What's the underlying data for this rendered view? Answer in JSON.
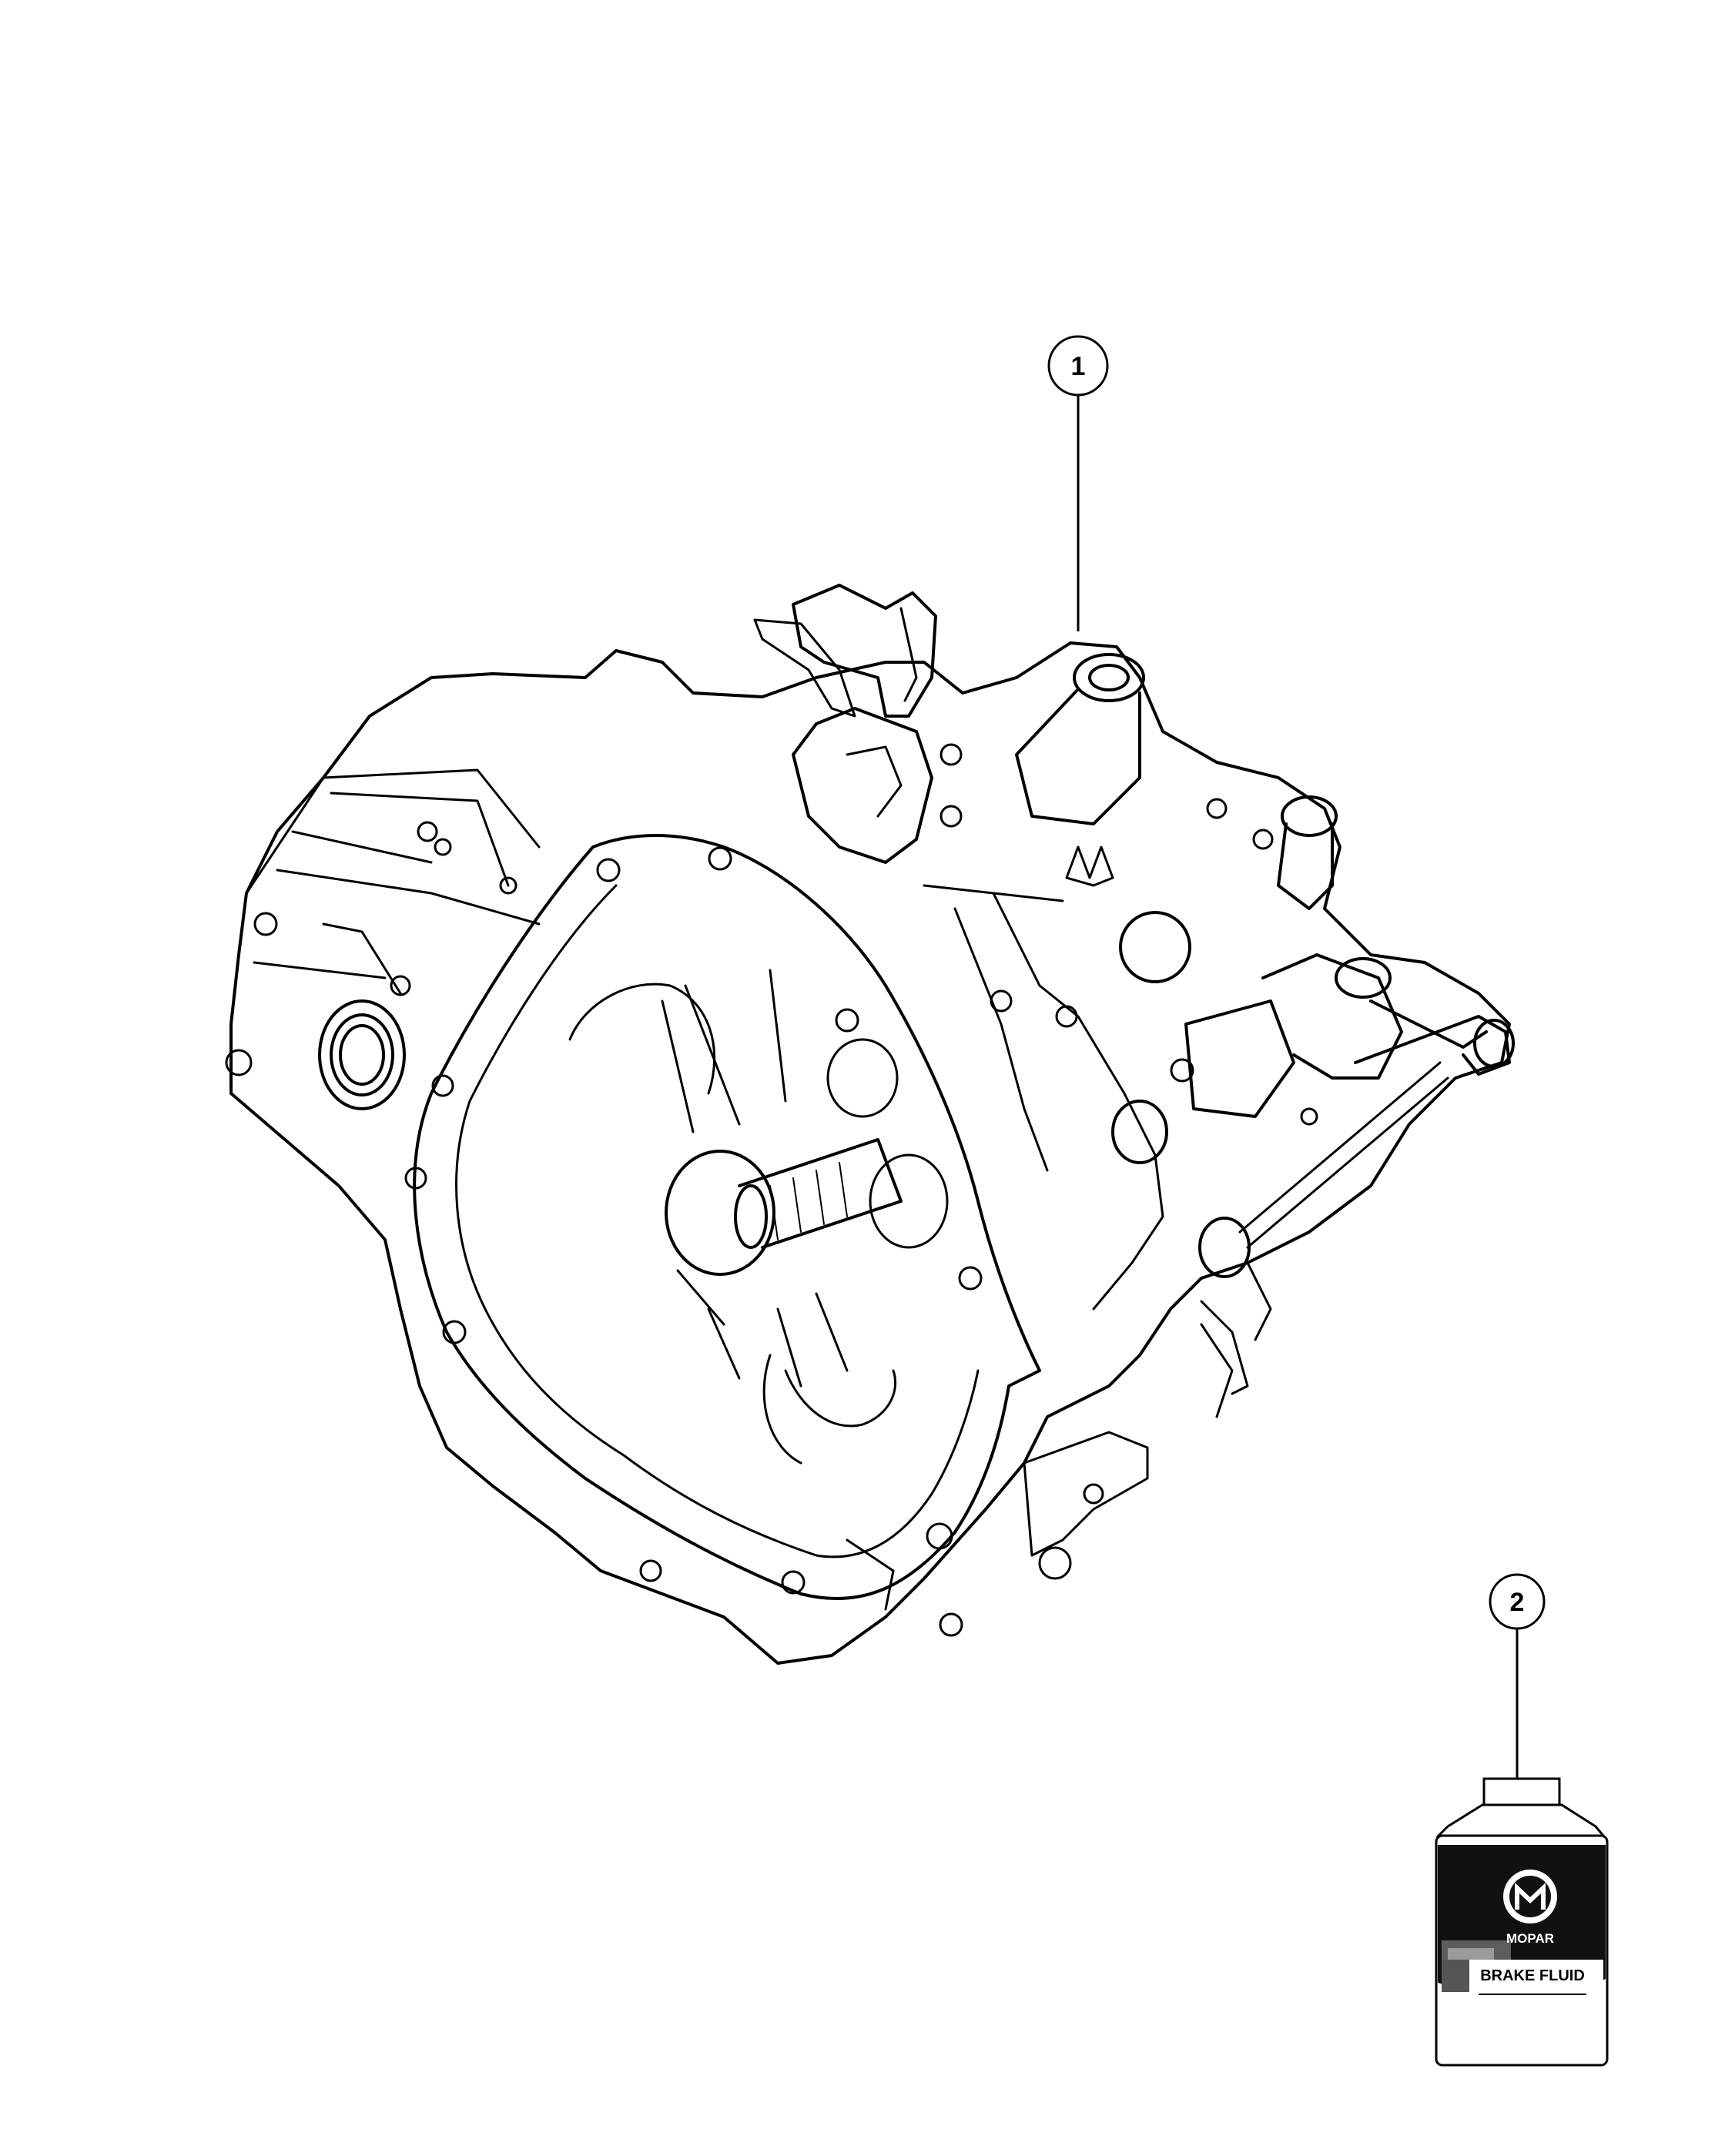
{
  "callouts": [
    {
      "label": "1",
      "part": "transaxle-assembly"
    },
    {
      "label": "2",
      "part": "brake-fluid-bottle"
    }
  ],
  "bottle": {
    "brand": "MOPAR",
    "product": "BRAKE FLUID"
  },
  "colors": {
    "line": "#000000",
    "background": "#ffffff"
  }
}
